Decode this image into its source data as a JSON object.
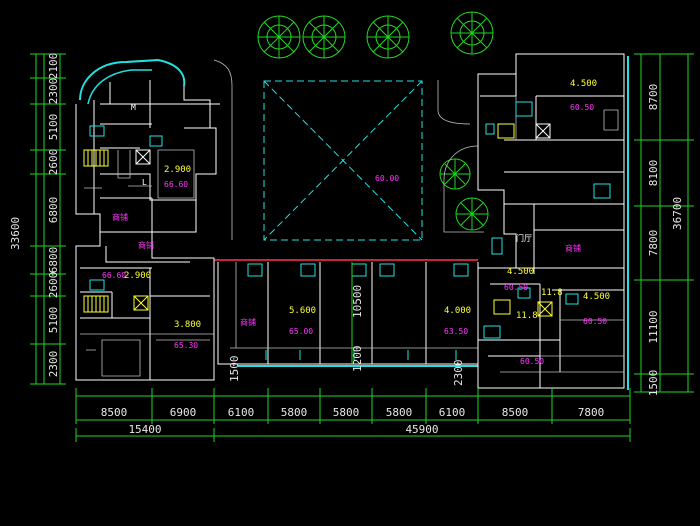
{
  "dimensions": {
    "bottom_row1": [
      "8500",
      "6900",
      "6100",
      "5800",
      "5800",
      "5800",
      "6100",
      "8500",
      "7800"
    ],
    "bottom_row2": [
      "15400",
      "45900"
    ],
    "left_segments": [
      "2100",
      "2300",
      "5100",
      "2600",
      "6800",
      "6800",
      "2600",
      "5100",
      "2300"
    ],
    "left_total": "33600",
    "right_segments": [
      "8700",
      "8100",
      "7800",
      "11100",
      "1500"
    ],
    "right_total": "36700",
    "inner": [
      "10500",
      "1200",
      "1500",
      "2300"
    ]
  },
  "elevations": {
    "left": [
      "2.900",
      "2.900",
      "3.800"
    ],
    "corridor": [
      "5.600",
      "4.000"
    ],
    "right": [
      "4.500",
      "4.500",
      "4.500"
    ]
  },
  "areas": [
    "66.60",
    "66.60",
    "65.30",
    "65.00",
    "63.50",
    "60.00",
    "60.50",
    "60.50",
    "60.50",
    "60.50"
  ],
  "small_labels": {
    "m": "M",
    "l": "L",
    "t11": "11.8",
    "t12": "11.8",
    "door": "门厅",
    "shop1": "商铺",
    "shop2": "商铺",
    "shop3": "商铺",
    "shop4": "商铺"
  },
  "colors": {
    "background": "#000000",
    "walls": "#ffffff",
    "dimension_lines": "#1fd81f",
    "cyan_outline": "#22e0e0",
    "stairs": "#ffff33",
    "area_labels": "#ff33ff",
    "trees": "#1fd81f"
  }
}
